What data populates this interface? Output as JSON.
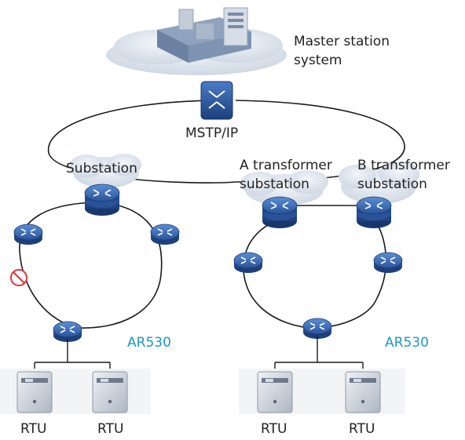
{
  "labels": {
    "master_station_line1": "Master station",
    "master_station_line2": "system",
    "core_network": "MSTP/IP",
    "substation": "Substation",
    "a_substation_line1": "A transformer",
    "a_substation_line2": "substation",
    "b_substation_line1": "B transformer",
    "b_substation_line2": "substation",
    "ar530_left": "AR530",
    "ar530_right": "AR530",
    "rtu_1": "RTU",
    "rtu_2": "RTU",
    "rtu_3": "RTU",
    "rtu_4": "RTU"
  },
  "colors": {
    "router_dark": "#1f3f7a",
    "router_light": "#3c6bb3",
    "cloud": "#dfe6ef",
    "link": "#1a1a1a",
    "accent_label": "#1e95c9",
    "block_marker": "#e0343d",
    "rtu_box": "#cfd5dd"
  },
  "icons": [
    "server-building-icon",
    "core-switch-icon",
    "router-icon",
    "stacked-router-icon",
    "rtu-device-icon",
    "blocked-link-icon",
    "cloud-icon"
  ]
}
